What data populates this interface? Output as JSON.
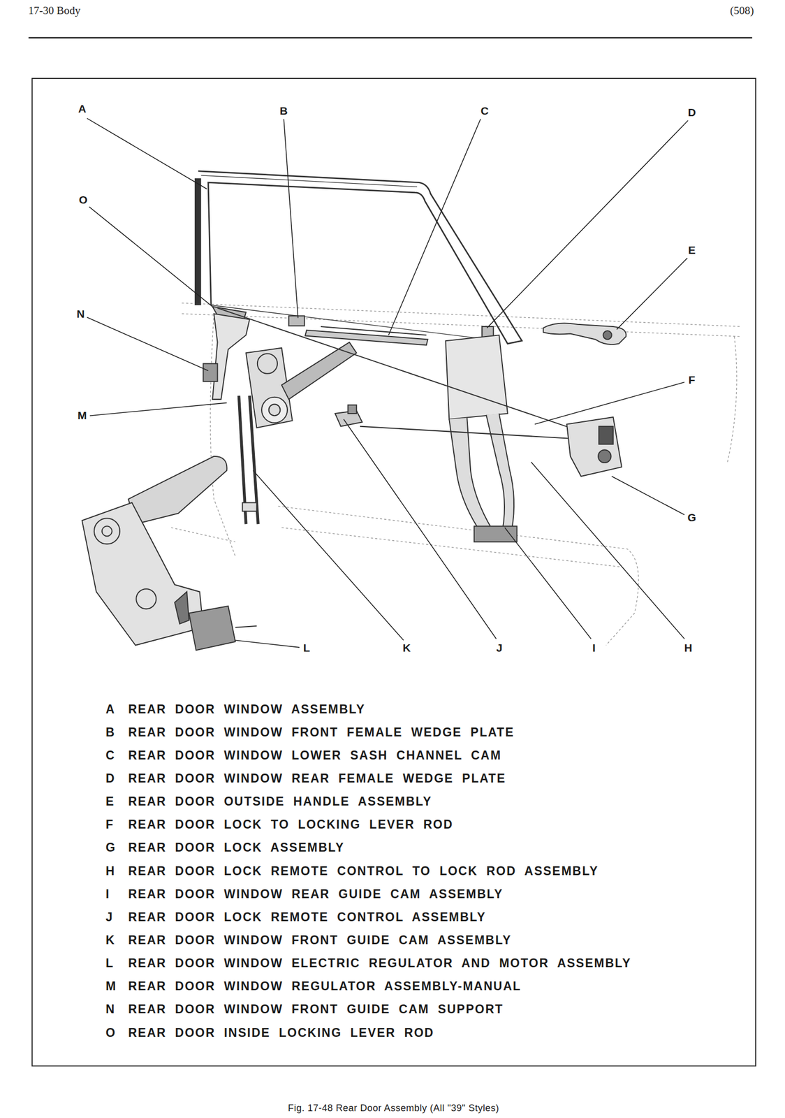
{
  "diagram": {
    "caption": "Fig. 17-48 Rear Door Assembly (All \"39\" Styles)",
    "labels": [
      "17-30 Body",
      "(508)",
      "A",
      "B",
      "C",
      "D",
      "O",
      "E",
      "N",
      "F",
      "M",
      "G",
      "L",
      "K",
      "J",
      "I",
      "H",
      "A",
      "REAR DOOR WINDOW ASSEMBLY",
      "B",
      "REAR DOOR WINDOW FRONT FEMALE WEDGE PLATE",
      "C",
      "REAR DOOR WINDOW LOWER SASH CHANNEL CAM",
      "D",
      "REAR DOOR WINDOW REAR FEMALE WEDGE PLATE",
      "E",
      "REAR DOOR OUTSIDE HANDLE ASSEMBLY",
      "F",
      "REAR DOOR LOCK TO LOCKING LEVER ROD",
      "G",
      "REAR DOOR LOCK ASSEMBLY",
      "H",
      "REAR DOOR LOCK REMOTE CONTROL TO LOCK ROD ASSEMBLY",
      "I",
      "REAR DOOR WINDOW REAR GUIDE CAM ASSEMBLY",
      "J",
      "REAR DOOR LOCK REMOTE CONTROL ASSEMBLY",
      "K",
      "REAR DOOR WINDOW FRONT GUIDE CAM ASSEMBLY",
      "L",
      "REAR DOOR WINDOW ELECTRIC REGULATOR AND MOTOR ASSEMBLY",
      "M",
      "REAR DOOR WINDOW REGULATOR ASSEMBLY-MANUAL",
      "N",
      "REAR DOOR WINDOW FRONT GUIDE CAM SUPPORT",
      "O",
      "REAR DOOR INSIDE LOCKING LEVER ROD"
    ]
  }
}
